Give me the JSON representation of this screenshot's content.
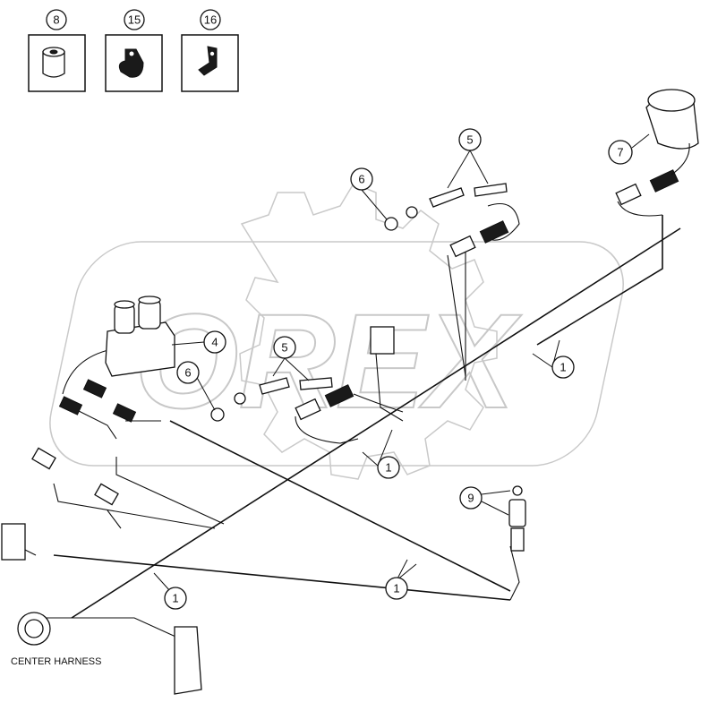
{
  "labels": {
    "center_harness": "CENTER HARNESS"
  },
  "watermark": {
    "text": "OREX"
  },
  "legend_boxes": [
    {
      "number": "8",
      "icon": "spacer-icon"
    },
    {
      "number": "15",
      "icon": "cable-clamp-icon"
    },
    {
      "number": "16",
      "icon": "cable-clip-icon"
    }
  ],
  "callouts": {
    "c1a": "1",
    "c1b": "1",
    "c1c": "1",
    "c1d": "1",
    "c4": "4",
    "c5a": "5",
    "c5b": "5",
    "c6a": "6",
    "c6b": "6",
    "c7": "7",
    "c9": "9"
  }
}
